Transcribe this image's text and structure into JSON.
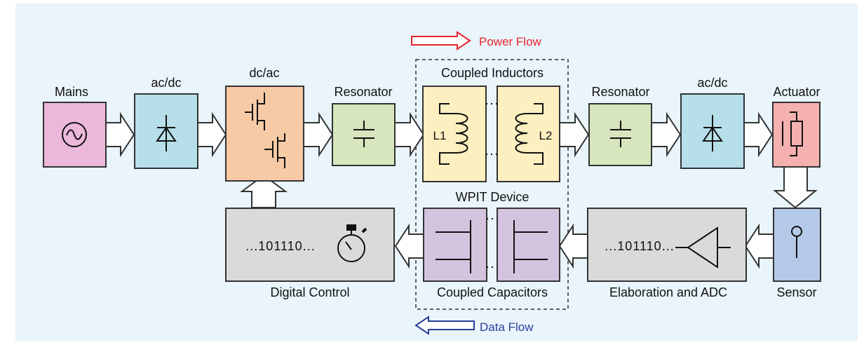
{
  "legend": {
    "power_flow": "Power Flow",
    "data_flow": "Data Flow",
    "power_color": "#e8232c",
    "data_color": "#2a3f9a"
  },
  "blocks": {
    "mains": "Mains",
    "acdc_in": "ac/dc",
    "dcac": "dc/ac",
    "resonator_tx": "Resonator",
    "coupled_inductors": "Coupled Inductors",
    "inductor_l1": "L1",
    "inductor_l2": "L2",
    "resonator_rx": "Resonator",
    "acdc_out": "ac/dc",
    "actuator": "Actuator",
    "wpit_device": "WPIT Device",
    "digital_control": "Digital Control",
    "digital_bits": "...101110...",
    "coupled_capacitors": "Coupled Capacitors",
    "elaboration_adc": "Elaboration and ADC",
    "adc_bits": "...101110...",
    "sensor": "Sensor"
  },
  "colors": {
    "mains": "#ebb8d9",
    "acdc": "#b6dfea",
    "dcac": "#f7caa6",
    "resonator": "#d7e6bd",
    "inductor": "#fdefc0",
    "actuator": "#f5b0b0",
    "capacitor": "#d4c3df",
    "control": "#dadada",
    "sensor": "#b5c9e8",
    "background": "#e9f4fb"
  }
}
